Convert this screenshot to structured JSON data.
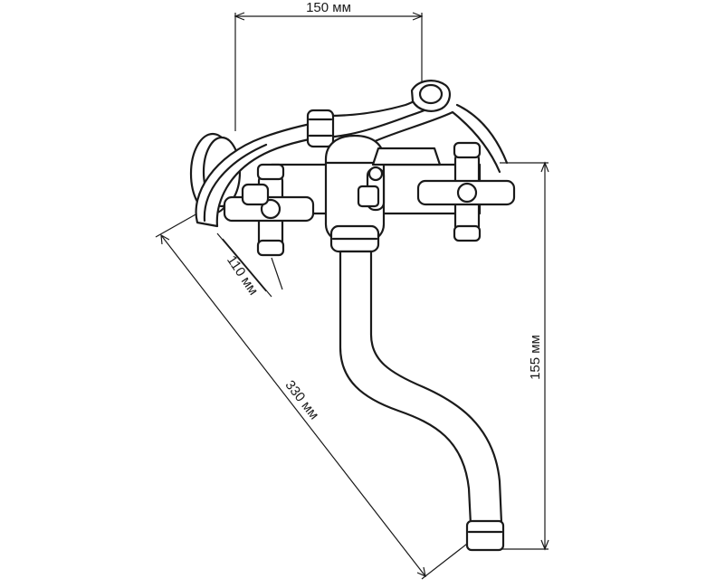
{
  "dimensions": {
    "width_label": "150 мм",
    "height_label": "155 мм",
    "reach_label": "330 мм",
    "offset_label": "110 мм"
  },
  "colors": {
    "line": "#1a1a1a",
    "background": "#ffffff"
  }
}
